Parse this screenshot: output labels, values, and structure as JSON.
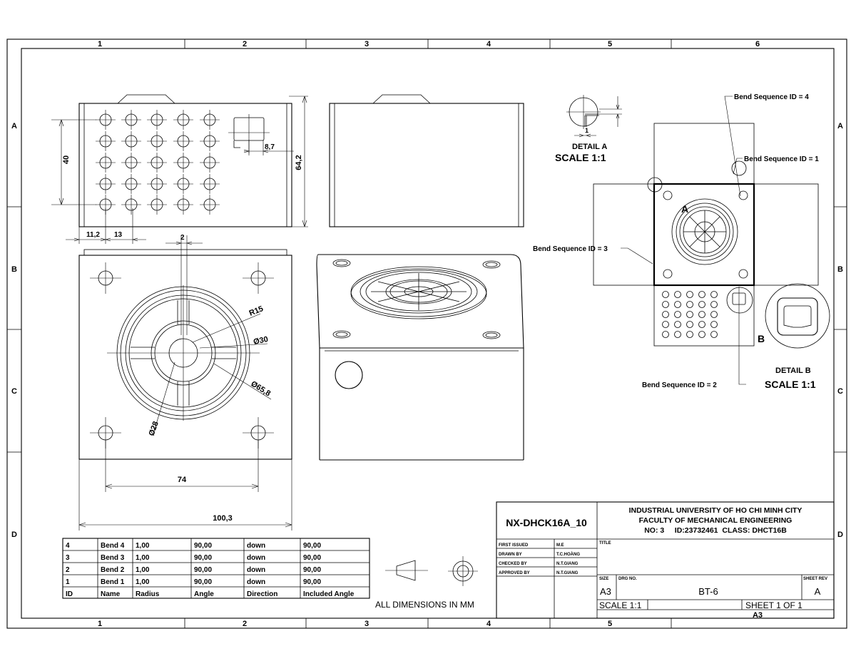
{
  "zones": {
    "columns": [
      "1",
      "2",
      "3",
      "4",
      "5",
      "6"
    ],
    "rows": [
      "A",
      "B",
      "C",
      "D"
    ]
  },
  "dimensions": {
    "height_40": "40",
    "width_8_7": "8,7",
    "height_64_2": "64,2",
    "pitch_11_2": "11,2",
    "pitch_13": "13",
    "offset_2": "2",
    "radius_r15": "R15",
    "dia_30": "Ø30",
    "dia_65_8": "Ø65,8",
    "dia_28": "Ø28",
    "width_74": "74",
    "width_100_3": "100,3",
    "detail_a_1": "1"
  },
  "detail_a": {
    "title": "DETAIL A",
    "scale": "SCALE 1:1",
    "marker": "A"
  },
  "detail_b": {
    "title": "DETAIL B",
    "scale": "SCALE 1:1",
    "marker": "B"
  },
  "bend_callouts": {
    "bend4": "Bend Sequence ID = 4",
    "bend1": "Bend Sequence ID = 1",
    "bend3": "Bend Sequence ID = 3",
    "bend2": "Bend Sequence ID = 2"
  },
  "bend_table": {
    "headers": [
      "ID",
      "Name",
      "Radius",
      "Angle",
      "Direction",
      "Included Angle"
    ],
    "rows": [
      [
        "4",
        "Bend 4",
        "1,00",
        "90,00",
        "down",
        "90,00"
      ],
      [
        "3",
        "Bend 3",
        "1,00",
        "90,00",
        "down",
        "90,00"
      ],
      [
        "2",
        "Bend 2",
        "1,00",
        "90,00",
        "down",
        "90,00"
      ],
      [
        "1",
        "Bend 1",
        "1,00",
        "90,00",
        "down",
        "90,00"
      ]
    ]
  },
  "units_note": "ALL DIMENSIONS IN MM",
  "title_block": {
    "drawing_code": "NX-DHCK16A_10",
    "university": "INDUSTRIAL UNIVERSITY OF HO CHI MINH CITY",
    "faculty": "FACULTY OF MECHANICAL ENGINEERING",
    "info_line": "NO: 3     ID:23732461  CLASS: DHCT16B",
    "first_issued_label": "FIRST ISSUED",
    "first_issued_value": "M.E",
    "drawn_by_label": "DRAWN BY",
    "drawn_by_value": "T.C.HOÀNG",
    "checked_by_label": "CHECKED BY",
    "checked_by_value": "N.T.GIANG",
    "approved_by_label": "APPROVED BY",
    "approved_by_value": "N.T.GIANG",
    "title_label": "TITLE",
    "size_label": "SIZE",
    "size_value": "A3",
    "drg_no_label": "DRG NO.",
    "drg_no_value": "BT-6",
    "sheet_rev_label": "SHEET REV",
    "sheet_rev_value": "A",
    "scale": "SCALE 1:1",
    "sheet": "SHEET 1 OF 1",
    "bottom_zone": "A3"
  }
}
